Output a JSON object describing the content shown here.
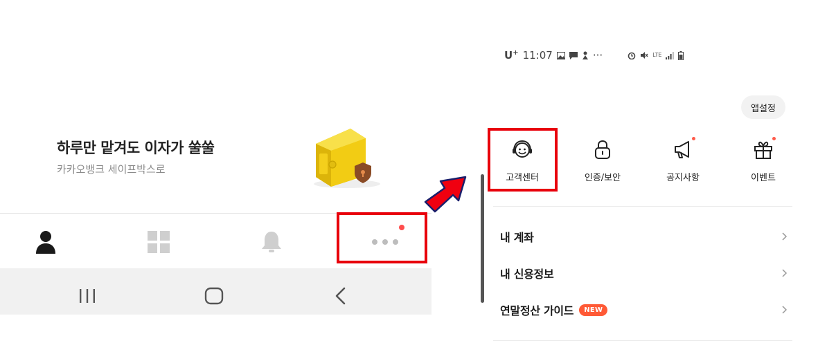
{
  "left": {
    "banner": {
      "title": "하루만 맡겨도 이자가 쑬쑬",
      "subtitle": "카카오뱅크 세이프박스로"
    },
    "tabs": [
      {
        "icon": "person-icon"
      },
      {
        "icon": "grid-icon"
      },
      {
        "icon": "bell-icon"
      },
      {
        "icon": "more-dots-icon",
        "has_badge": true
      }
    ],
    "system_nav": [
      {
        "icon": "recent-apps-icon"
      },
      {
        "icon": "home-icon"
      },
      {
        "icon": "back-icon"
      }
    ]
  },
  "right": {
    "status_bar": {
      "carrier": "U",
      "carrier_sup": "+",
      "time": "11:07",
      "more": "···",
      "network": "LTE"
    },
    "settings_button": "앱설정",
    "quick_menu": [
      {
        "label": "고객센터",
        "icon": "headset-smile-icon",
        "has_badge": false
      },
      {
        "label": "인증/보안",
        "icon": "lock-icon",
        "has_badge": false
      },
      {
        "label": "공지사항",
        "icon": "megaphone-icon",
        "has_badge": true
      },
      {
        "label": "이벤트",
        "icon": "gift-icon",
        "has_badge": true
      }
    ],
    "menu_items": [
      {
        "label": "내 계좌"
      },
      {
        "label": "내 신용정보"
      },
      {
        "label": "연말정산 가이드",
        "badge": "NEW"
      }
    ]
  },
  "colors": {
    "highlight": "#e8000b",
    "badge": "#ff4d4d",
    "new_badge": "#ff5a36",
    "safe_yellow": "#f6d21e"
  }
}
